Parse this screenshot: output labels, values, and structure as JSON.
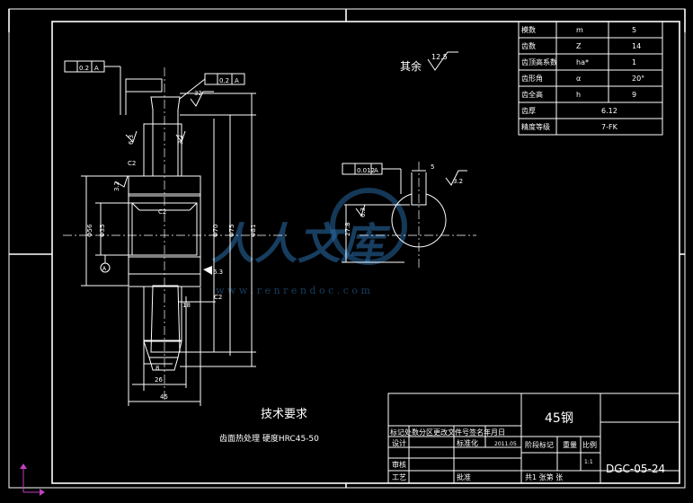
{
  "gear_params": [
    {
      "name": "模数",
      "symbol": "m",
      "value": "5"
    },
    {
      "name": "齿数",
      "symbol": "Z",
      "value": "14"
    },
    {
      "name": "齿顶高系数",
      "symbol": "ha*",
      "value": "1"
    },
    {
      "name": "齿形角",
      "symbol": "α",
      "value": "20°"
    },
    {
      "name": "齿全高",
      "symbol": "h",
      "value": "9"
    },
    {
      "name": "齿厚",
      "symbol": "",
      "value": "6.12"
    },
    {
      "name": "精度等级",
      "symbol": "",
      "value": "7-FK"
    }
  ],
  "roughness_note": {
    "label": "其余",
    "value": "12.5"
  },
  "tech_req": {
    "title": "技术要求",
    "text": "齿面热处理  硬度HRC45-50"
  },
  "title_block": {
    "material": "45钢",
    "drawing_no": "DGC-05-24",
    "header_row": "标记处数分区更改文件号签名年月日",
    "design": "设计",
    "standardize": "标准化",
    "date": "2011.05",
    "stage_mark": "阶段标记",
    "weight": "重量",
    "scale": "比例",
    "scale_value": "1:1",
    "review": "审核",
    "process": "工艺",
    "approve": "批准",
    "sheets": "共1  张第  张"
  },
  "dims_front": {
    "tol1": "0.2",
    "datum1": "A",
    "tol2": "0.2",
    "datum2": "A",
    "r1": "32",
    "r2": "6.3",
    "r3": "3.2",
    "r4": "3.2",
    "r5": "6.3",
    "d1": "Φ56",
    "d2": "Φ35",
    "d3": "Φ70",
    "d4": "Φ75",
    "d5": "Φ81",
    "c1": "C2",
    "c2": "C2",
    "c3": "C2",
    "w1": "18",
    "w2": "8",
    "w3": "26",
    "w4": "45",
    "datum_a": "A"
  },
  "dims_section": {
    "tol": "0.012",
    "datum": "A",
    "key": "5",
    "r1": "3.2",
    "r2": "6.3",
    "h": "27.8"
  },
  "watermark": {
    "cn": "人人文库",
    "url": "w w w . r e n r e n d o c . c o m"
  }
}
